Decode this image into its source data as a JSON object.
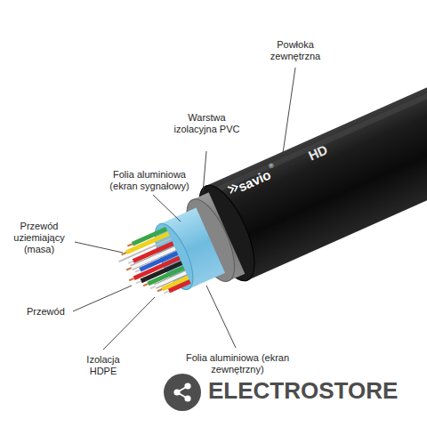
{
  "diagram": {
    "labels": [
      "Powłoka zewnętrzna",
      "Warstwa izolacyjna PVC",
      "Folia aluminiowa (ekran sygnałowy)",
      "Przewód uziemiający (masa)",
      "Przewód",
      "Izolacja HDPE",
      "Folia aluminiowa (ekran zewnętrzny)",
      "savio",
      "®",
      "HD",
      "ELECTROSTORE"
    ]
  }
}
